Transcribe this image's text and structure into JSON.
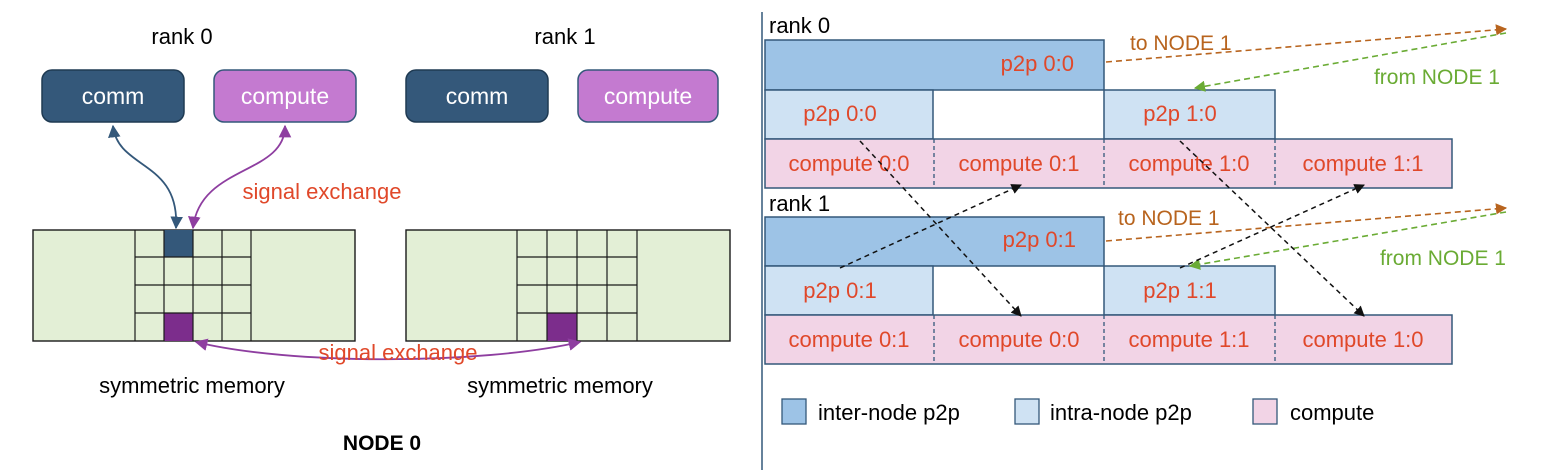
{
  "left": {
    "rank0_label": "rank 0",
    "rank1_label": "rank 1",
    "rank0_comm": "comm",
    "rank0_compute": "compute",
    "rank1_comm": "comm",
    "rank1_compute": "compute",
    "signal_exchange_top": "signal exchange",
    "signal_exchange_bottom": "signal exchange",
    "memory0_label": "symmetric memory",
    "memory1_label": "symmetric memory",
    "node_label": "NODE 0"
  },
  "timeline": {
    "rank0": {
      "label": "rank 0",
      "inter": "p2p 0:0",
      "intra": [
        "p2p 0:0",
        "p2p 1:0"
      ],
      "compute": [
        "compute 0:0",
        "compute 0:1",
        "compute 1:0",
        "compute 1:1"
      ],
      "to_node": "to NODE 1",
      "from_node": "from NODE 1"
    },
    "rank1": {
      "label": "rank 1",
      "inter": "p2p 0:1",
      "intra": [
        "p2p 0:1",
        "p2p 1:1"
      ],
      "compute": [
        "compute 0:1",
        "compute 0:0",
        "compute 1:1",
        "compute 1:0"
      ],
      "to_node": "to NODE 1",
      "from_node": "from NODE 1"
    }
  },
  "legend": {
    "inter": "inter-node p2p",
    "intra": "intra-node p2p",
    "compute": "compute"
  },
  "colors": {
    "comm_box": "#34587a",
    "compute_box": "#c47ad0",
    "memory_fill": "#e3efd6",
    "memory_comm_cell": "#34587a",
    "memory_signal_cell": "#7c2d8c",
    "inter_node": "#9dc3e6",
    "intra_node": "#cfe2f3",
    "compute_block": "#f2d4e6",
    "border": "#34587a",
    "red_text": "#e0482a",
    "brown_arrow": "#b8641e",
    "green_arrow": "#6aab34"
  }
}
